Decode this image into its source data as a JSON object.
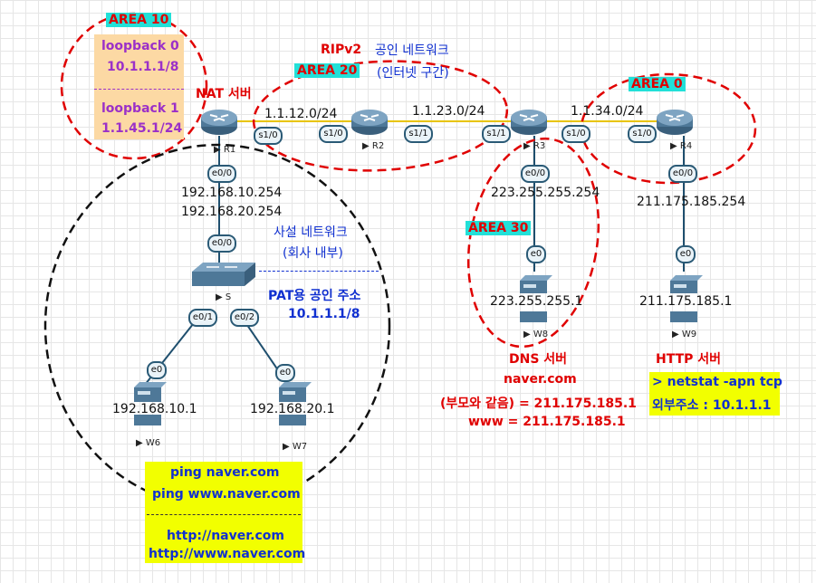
{
  "areas": {
    "area10": "AREA 10",
    "area20": "AREA 20",
    "area0": "AREA 0",
    "area30": "AREA 30"
  },
  "loopbacks": {
    "lb0_name": "loopback 0",
    "lb0_ip": "10.1.1.1/8",
    "lb1_name": "loopback 1",
    "lb1_ip": "1.1.45.1/24"
  },
  "labels": {
    "nat_server": "NAT 서버",
    "ripv2": "RIPv2",
    "public_net": "공인 네트워크",
    "internet_zone": "(인터넷 구간)",
    "private_net": "사설 네트워크",
    "company_inside": "(회사 내부)",
    "pat_public": "PAT용 공인 주소",
    "pat_ip": "10.1.1.1/8"
  },
  "networks": {
    "n12": "1.1.12.0/24",
    "n23": "1.1.23.0/24",
    "n34": "1.1.34.0/24"
  },
  "devices": {
    "r1": "R1",
    "r2": "R2",
    "r3": "R3",
    "r4": "R4",
    "s": "S",
    "w6": "W6",
    "w7": "W7",
    "w8": "W8",
    "w9": "W9"
  },
  "ports": {
    "r1_s10": "s1/0",
    "r2_s10": "s1/0",
    "r2_s11": "s1/1",
    "r3_s11": "s1/1",
    "r3_s10": "s1/0",
    "r4_s10": "s1/0",
    "r1_e00": "e0/0",
    "s_e00": "e0/0",
    "s_e01": "e0/1",
    "s_e02": "e0/2",
    "w6_e0": "e0",
    "w7_e0": "e0",
    "r3_e00": "e0/0",
    "w8_e0": "e0",
    "r4_e00": "e0/0",
    "w9_e0": "e0"
  },
  "ips": {
    "r1_ip1": "192.168.10.254",
    "r1_ip2": "192.168.20.254",
    "w6_ip": "192.168.10.1",
    "w7_ip": "192.168.20.1",
    "r3_ip": "223.255.255.254",
    "w8_ip": "223.255.255.1",
    "r4_ip": "211.175.185.254",
    "w9_ip": "211.175.185.1"
  },
  "dns": {
    "title": "DNS 서버",
    "domain": "naver.com",
    "record1": "(부모와 같음) = 211.175.185.1",
    "record2": "www = 211.175.185.1"
  },
  "http": {
    "title": "HTTP 서버",
    "cmd": "> netstat -apn tcp",
    "foreign": "외부주소 : 10.1.1.1"
  },
  "tests": {
    "ping1": "ping naver.com",
    "ping2": "ping www.naver.com",
    "http1": "http://naver.com",
    "http2": "http://www.naver.com"
  },
  "colors": {
    "red": "#e00000",
    "purple": "#9b30c8",
    "blue": "#1030d0",
    "cyan": "#22e0d8",
    "yellow": "#f2ff00",
    "peach": "#fcd9a4",
    "link": "#e8c400"
  }
}
